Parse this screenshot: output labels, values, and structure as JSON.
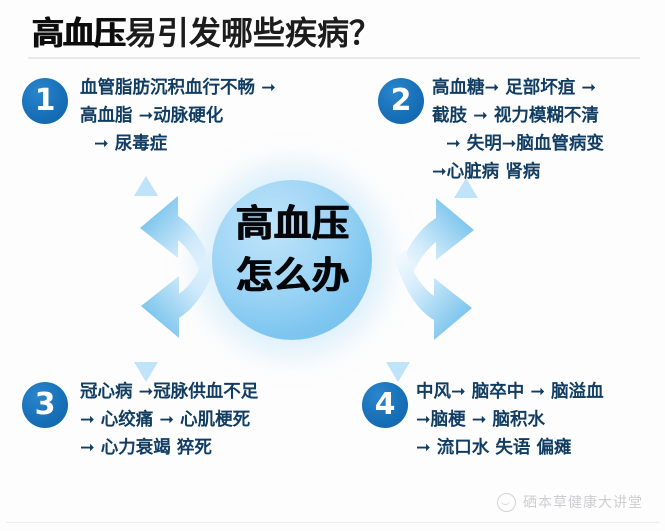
{
  "header": {
    "title_strong": "高血压",
    "title_rest": "易引发哪些疾病？"
  },
  "hub": {
    "line1": "高血压",
    "line2": "怎么办",
    "circle_color": "#9ed5f5"
  },
  "arrow_glyph": "➞",
  "colors": {
    "badge_blue": "#1770b8",
    "text_navy": "#123d63",
    "arrow_fill_light": "#cfe9fb",
    "arrow_fill_dark": "#62b7e8",
    "background": "#fdfdfd"
  },
  "quadrants": [
    {
      "number": "1",
      "lines": [
        "血管脂肪沉积血行不畅 ➞",
        "高血脂 ➞动脉硬化",
        "➞ 尿毒症"
      ]
    },
    {
      "number": "2",
      "lines": [
        "高血糖➞ 足部坏疽 ➞",
        "截肢 ➞ 视力模糊不清",
        "➞ 失明➞脑血管病变",
        "➞心脏病 肾病"
      ]
    },
    {
      "number": "3",
      "lines": [
        "冠心病 ➞冠脉供血不足",
        "➞ 心绞痛 ➞ 心肌梗死",
        "➞ 心力衰竭 猝死"
      ]
    },
    {
      "number": "4",
      "lines": [
        "中风➞ 脑卒中 ➞ 脑溢血",
        "➞脑梗 ➞ 脑积水",
        "➞ 流口水 失语 偏瘫"
      ]
    }
  ],
  "footer": {
    "watermark_text": "硒本草健康大讲堂"
  }
}
